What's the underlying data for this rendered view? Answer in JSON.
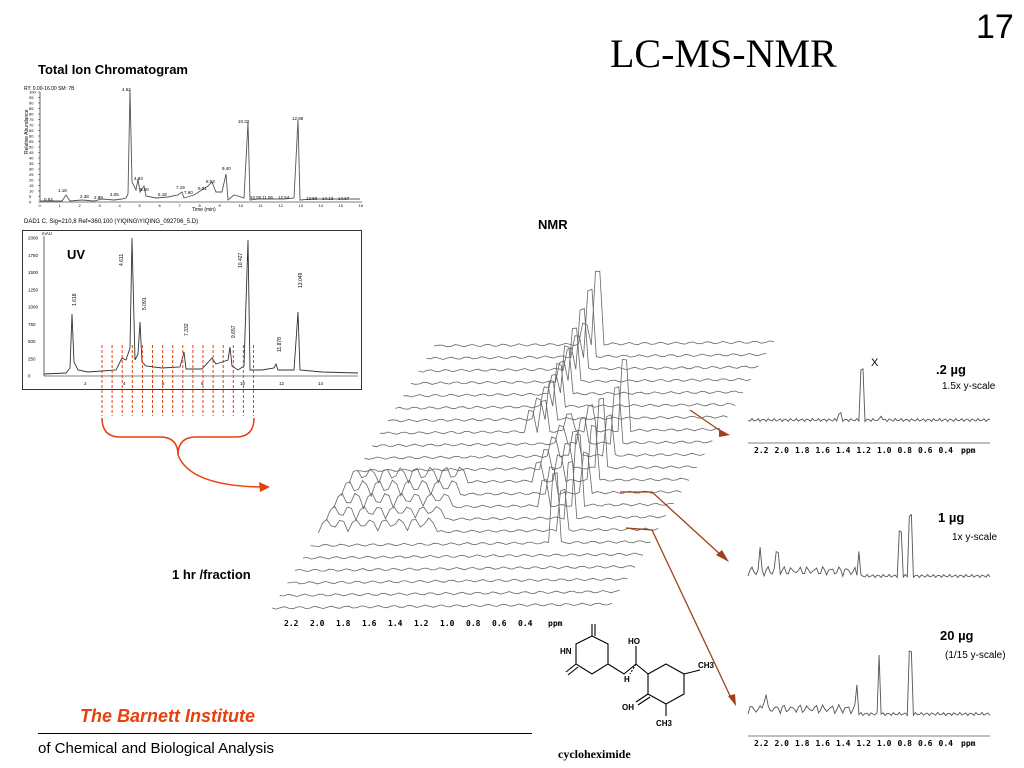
{
  "slide_number": "17",
  "title": "LC-MS-NMR",
  "tic": {
    "title": "Total Ion Chromatogram",
    "header": "RT: 0.00-16.00  SM: 7B",
    "xlabel": "Time (min)",
    "ylabel": "Relative Abundance",
    "y_ticks": [
      "100",
      "95",
      "90",
      "85",
      "80",
      "75",
      "70",
      "65",
      "60",
      "55",
      "50",
      "45",
      "40",
      "35",
      "30",
      "25",
      "20",
      "15",
      "10",
      "5",
      "0"
    ],
    "x_ticks": [
      "0",
      "1",
      "2",
      "3",
      "4",
      "5",
      "6",
      "7",
      "8",
      "9",
      "10",
      "11",
      "12",
      "13",
      "14",
      "15",
      "16"
    ],
    "peak_labels": [
      "4.62",
      "10.32",
      "12.88",
      "9.40",
      "4.93",
      "1.18",
      "8.53",
      "7.19",
      "5.40",
      "6.18",
      "2.38",
      "2.98",
      "4.05",
      "7.60",
      "10.55",
      "11.06",
      "12.54",
      "13.50",
      "14.13",
      "14.67",
      "0.54",
      "9.01"
    ]
  },
  "uv": {
    "header": "DAD1 C, Sig=210,8 Ref=360,100  (YIQING\\YIQING_092706_5.D)",
    "label": "UV",
    "units": "mAU",
    "y_ticks": [
      "2000",
      "1750",
      "1500",
      "1250",
      "1000",
      "750",
      "500",
      "250",
      "0"
    ],
    "x_ticks": [
      "2",
      "4",
      "6",
      "8",
      "10",
      "12",
      "14"
    ],
    "peak_labels": [
      "1.618",
      "4.611",
      "5.091",
      "7.332",
      "9.657",
      "10.427",
      "11.878",
      "13.049"
    ]
  },
  "nmr": {
    "title": "NMR",
    "fraction_label": "1 hr /fraction",
    "ppm_ticks": [
      "2.2",
      "2.0",
      "1.8",
      "1.6",
      "1.4",
      "1.2",
      "1.0",
      "0.8",
      "0.6",
      "0.4"
    ],
    "ppm_unit": "ppm"
  },
  "samples": [
    {
      "amount": ".2 µg",
      "scale": "1.5x y-scale"
    },
    {
      "amount": "1 µg",
      "scale": "1x y-scale"
    },
    {
      "amount": "20 µg",
      "scale": "(1/15 y-scale)"
    }
  ],
  "x_mark": "X",
  "structure_labels": {
    "nh": "HN",
    "ho": "HO",
    "oh": "OH",
    "ch3a": "CH3",
    "ch3b": "CH3",
    "h": "H"
  },
  "compound_name": "cycloheximide",
  "institute": {
    "name": "The Barnett Institute",
    "subtitle": "of Chemical and Biological Analysis"
  },
  "colors": {
    "accent": "#e8400c",
    "arrow": "#a0401a",
    "trace": "#555555"
  }
}
